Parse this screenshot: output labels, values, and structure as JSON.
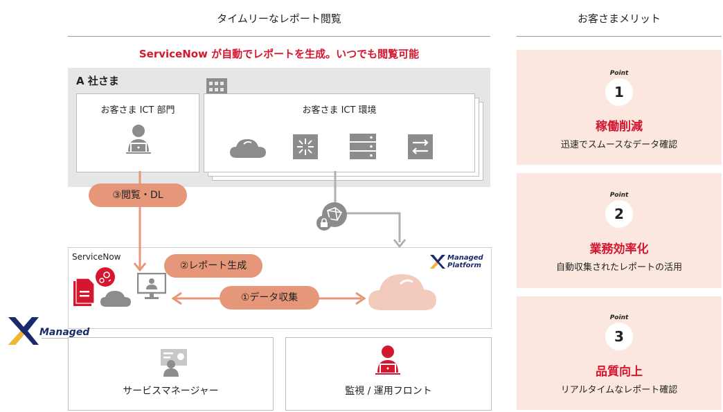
{
  "header": {
    "left_title": "タイムリーなレポート閲覧",
    "right_title": "お客さまメリット"
  },
  "banner": "ServiceNow が自動でレポートを生成。いつでも閲覧可能",
  "company": {
    "label": "A 社さま",
    "ict_dept": "お客さま ICT 部門",
    "ict_env": "お客さま ICT 環境"
  },
  "flows": {
    "step3": "③閲覧・DL",
    "step2": "②レポート生成",
    "step1": "①データ収集"
  },
  "servicenow": {
    "label": "ServiceNow",
    "platform_logo": [
      "Managed",
      "Platform"
    ]
  },
  "managed_logo": "Managed",
  "teams": {
    "service_manager": "サービスマネージャー",
    "monitoring_front": "監視 / 運用フロント"
  },
  "merits": [
    {
      "point": "Point",
      "number": "1",
      "title": "稼働削減",
      "subtitle": "迅速でスムースなデータ確認"
    },
    {
      "point": "Point",
      "number": "2",
      "title": "業務効率化",
      "subtitle": "自動収集されたレポートの活用"
    },
    {
      "point": "Point",
      "number": "3",
      "title": "品質向上",
      "subtitle": "リアルタイムなレポート確認"
    }
  ],
  "colors": {
    "accent_red": "#d4162f",
    "flow_orange": "#e6977a",
    "merit_bg": "#fbe7e0",
    "icon_gray": "#8c8c8c"
  }
}
